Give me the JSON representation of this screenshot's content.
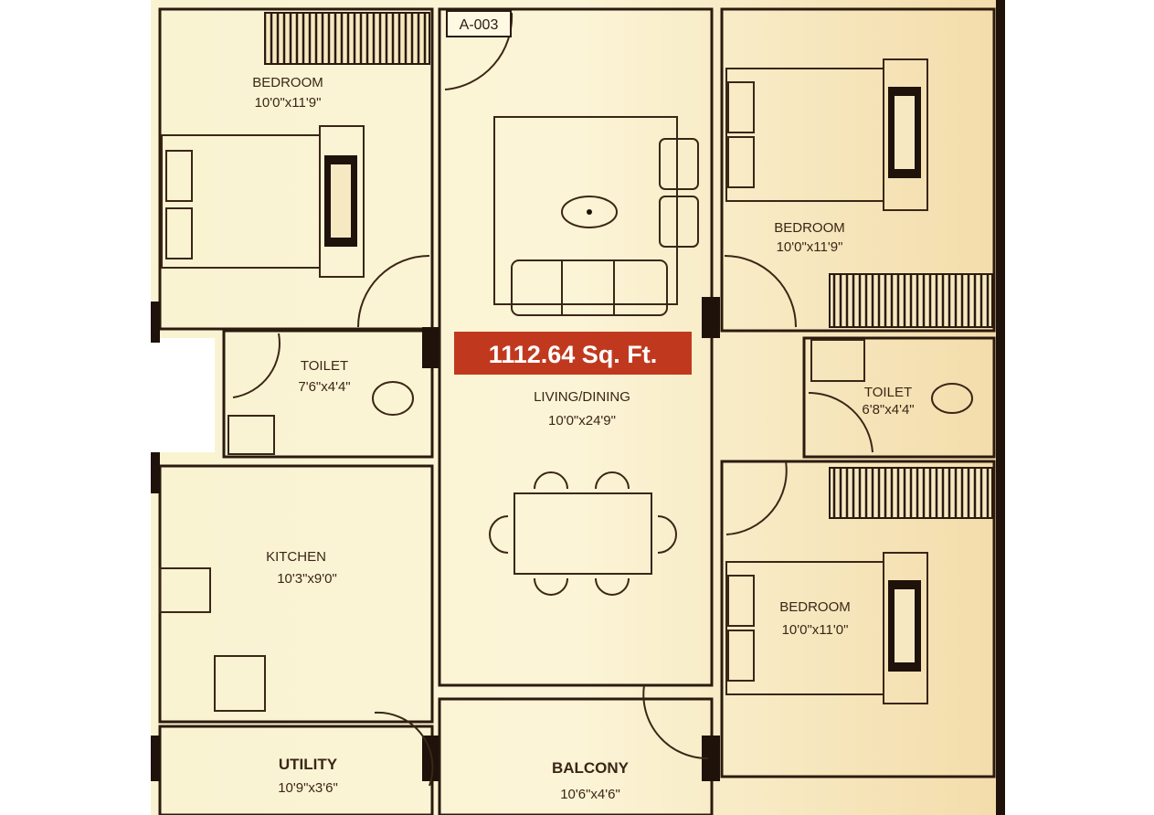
{
  "unit_tag": "A-003",
  "total_area": "1112.64 Sq. Ft.",
  "colors": {
    "background": "#f8efc8",
    "wall": "#2b1a0e",
    "area_badge": "#c0391f"
  },
  "rooms": {
    "bedroom_top_left": {
      "name": "BEDROOM",
      "size": "10'0\"x11'9\""
    },
    "toilet_left": {
      "name": "TOILET",
      "size": "7'6\"x4'4\""
    },
    "kitchen": {
      "name": "KITCHEN",
      "size": "10'3\"x9'0\""
    },
    "utility": {
      "name": "UTILITY",
      "size": "10'9\"x3'6\""
    },
    "living_dining": {
      "name": "LIVING/DINING",
      "size": "10'0\"x24'9\""
    },
    "balcony": {
      "name": "BALCONY",
      "size": "10'6\"x4'6\""
    },
    "bedroom_top_right": {
      "name": "BEDROOM",
      "size": "10'0\"x11'9\""
    },
    "toilet_right": {
      "name": "TOILET",
      "size": "6'8\"x4'4\""
    },
    "bedroom_bottom_right": {
      "name": "BEDROOM",
      "size": "10'0\"x11'0\""
    }
  }
}
